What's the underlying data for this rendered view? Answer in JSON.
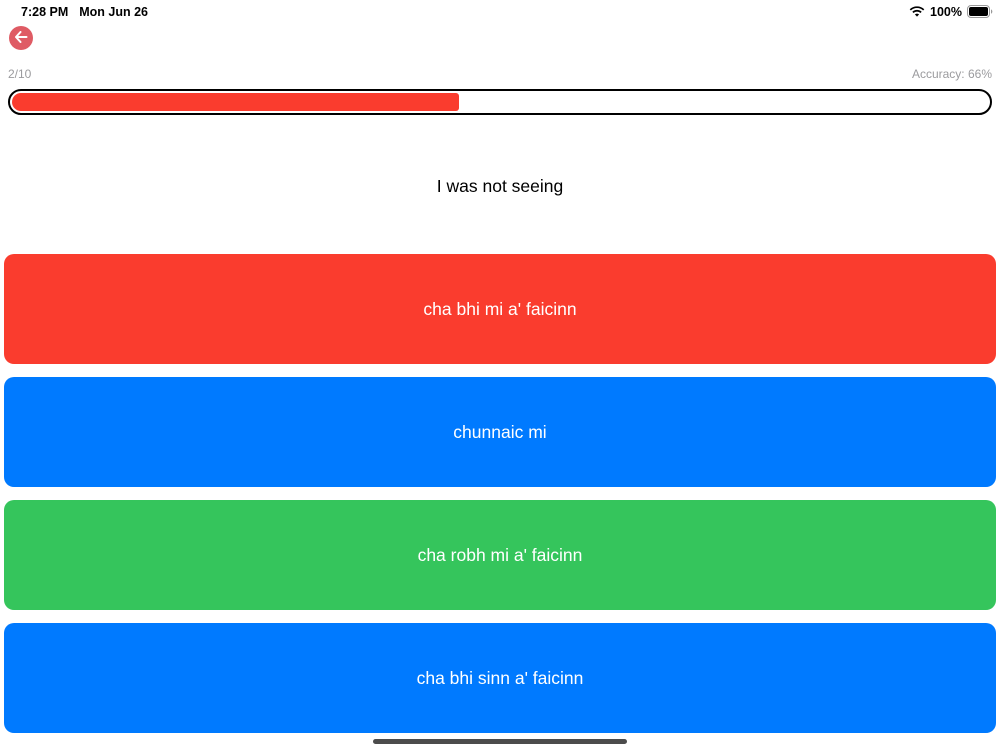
{
  "status_bar": {
    "time": "7:28 PM",
    "date": "Mon Jun 26",
    "battery_percent": "100%"
  },
  "header": {
    "back_button_color": "#df5b64"
  },
  "progress": {
    "counter": "2/10",
    "accuracy": "Accuracy: 66%",
    "fill_percent": 45.8,
    "fill_color": "#fa3c2e",
    "track_border_color": "#000000"
  },
  "question": {
    "text": "I was not seeing"
  },
  "answers": [
    {
      "label": "cha bhi mi a' faicinn",
      "color": "#fa3c2e"
    },
    {
      "label": "chunnaic mi",
      "color": "#007aff"
    },
    {
      "label": "cha robh mi a' faicinn",
      "color": "#35c55c"
    },
    {
      "label": "cha bhi sinn a' faicinn",
      "color": "#007aff"
    }
  ],
  "colors": {
    "muted_text": "#9b9b9e",
    "home_indicator": "#4c4c4c"
  }
}
